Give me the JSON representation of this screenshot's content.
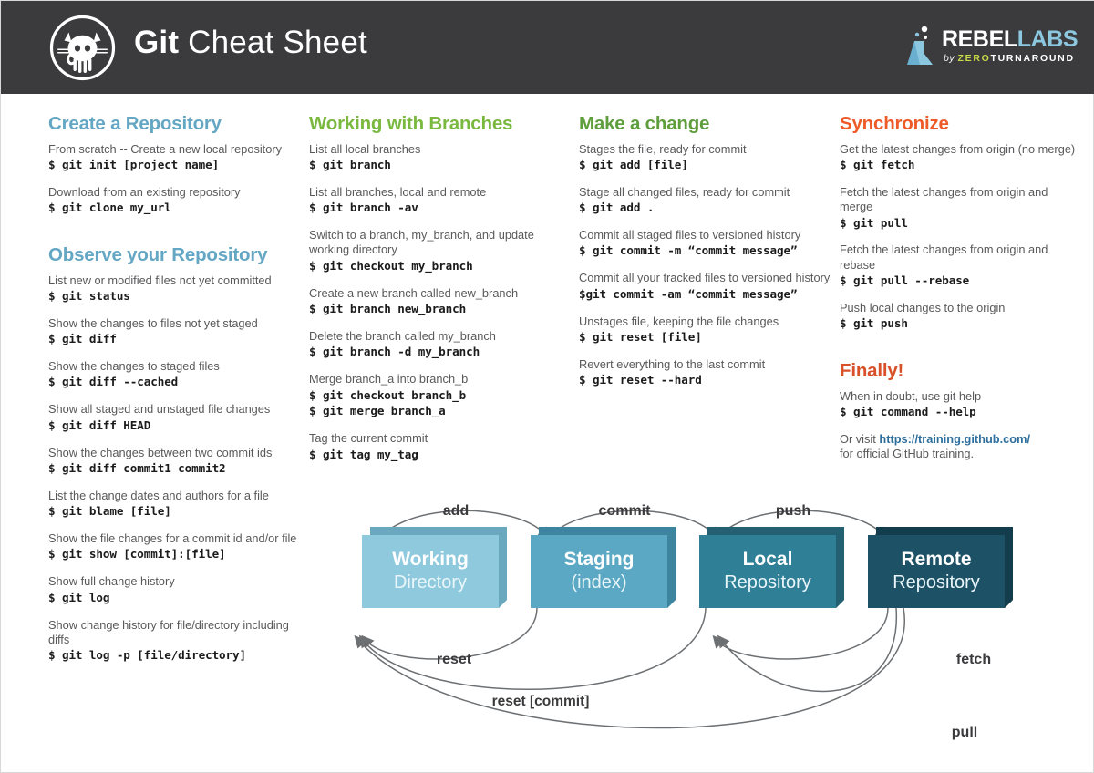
{
  "header": {
    "logo_icon": "github-octocat-icon",
    "title_bold": "Git",
    "title_light": " Cheat Sheet",
    "rebellabs": {
      "flask_icon": "rebellabs-flask-icon",
      "rebel": "REBEL",
      "labs": "LABS",
      "by": "by ",
      "zero": "ZERO",
      "turnaround": "TURNAROUND"
    }
  },
  "colors": {
    "header_bg": "#3b3b3d",
    "blue": "#63a7c4",
    "green": "#7ab83f",
    "green_dark": "#5f9e3d",
    "orange": "#ee5b29",
    "orange_dark": "#d8512a",
    "link": "#2f6f9e",
    "box_working": "#8ec9dd",
    "box_staging": "#5ba8c4",
    "box_local": "#2f7f96",
    "box_remote": "#1d5266",
    "arrow": "#6d7073"
  },
  "sections": [
    {
      "id": "create-a-repository",
      "title": "Create a Repository",
      "color": "blue",
      "column": 1,
      "items": [
        {
          "desc": "From scratch -- Create a new local repository",
          "cmds": [
            "$ git init [project name]"
          ]
        },
        {
          "desc": "Download from an existing repository",
          "cmds": [
            "$ git clone my_url"
          ]
        }
      ]
    },
    {
      "id": "observe-your-repository",
      "title": "Observe your Repository",
      "color": "blue",
      "column": 1,
      "items": [
        {
          "desc": "List new or modified files not yet committed",
          "cmds": [
            "$ git status"
          ]
        },
        {
          "desc": "Show the changes to files not yet staged",
          "cmds": [
            "$ git diff"
          ]
        },
        {
          "desc": "Show the changes to staged files",
          "cmds": [
            "$ git diff --cached"
          ]
        },
        {
          "desc": "Show all staged and unstaged file changes",
          "cmds": [
            "$ git diff HEAD"
          ]
        },
        {
          "desc": "Show the changes between two commit ids",
          "cmds": [
            "$ git diff commit1 commit2"
          ]
        },
        {
          "desc": "List the change dates and authors for a file",
          "cmds": [
            "$ git blame [file]"
          ]
        },
        {
          "desc": "Show the file changes for a commit id and/or file",
          "cmds": [
            "$ git show [commit]:[file]"
          ]
        },
        {
          "desc": "Show full change history",
          "cmds": [
            "$ git log"
          ]
        },
        {
          "desc": "Show change history for file/directory including diffs",
          "cmds": [
            "$ git log -p [file/directory]"
          ]
        }
      ]
    },
    {
      "id": "working-with-branches",
      "title": "Working with Branches",
      "color": "green",
      "column": 2,
      "items": [
        {
          "desc": "List all local branches",
          "cmds": [
            "$ git branch"
          ]
        },
        {
          "desc": "List all branches, local and remote",
          "cmds": [
            "$ git branch -av"
          ]
        },
        {
          "desc": "Switch to a branch, my_branch, and update working directory",
          "cmds": [
            "$ git checkout my_branch"
          ]
        },
        {
          "desc": "Create a new branch called new_branch",
          "cmds": [
            "$ git branch new_branch"
          ]
        },
        {
          "desc": "Delete the branch called my_branch",
          "cmds": [
            "$ git branch -d my_branch"
          ]
        },
        {
          "desc": "Merge branch_a into branch_b",
          "cmds": [
            "$ git checkout branch_b",
            "$ git merge branch_a"
          ]
        },
        {
          "desc": "Tag the current commit",
          "cmds": [
            "$ git tag my_tag"
          ]
        }
      ]
    },
    {
      "id": "make-a-change",
      "title": "Make a change",
      "color": "green_dark",
      "column": 3,
      "items": [
        {
          "desc": "Stages the file, ready for commit",
          "cmds": [
            "$ git add [file]"
          ]
        },
        {
          "desc": "Stage all changed files, ready for commit",
          "cmds": [
            "$ git add ."
          ]
        },
        {
          "desc": "Commit all staged files to versioned history",
          "cmds": [
            "$ git commit -m “commit message”"
          ]
        },
        {
          "desc": "Commit all your tracked files to versioned history",
          "cmds": [
            "$git commit -am “commit message”"
          ]
        },
        {
          "desc": "Unstages file, keeping the file changes",
          "cmds": [
            "$ git reset [file]"
          ]
        },
        {
          "desc": "Revert everything to the last commit",
          "cmds": [
            "$ git reset --hard"
          ]
        }
      ]
    },
    {
      "id": "synchronize",
      "title": "Synchronize",
      "color": "orange",
      "column": 4,
      "items": [
        {
          "desc": "Get the latest changes from origin (no merge)",
          "cmds": [
            "$ git fetch"
          ]
        },
        {
          "desc": "Fetch the latest changes from origin and merge",
          "cmds": [
            "$ git pull"
          ]
        },
        {
          "desc": "Fetch the latest changes from origin and rebase",
          "cmds": [
            "$ git pull --rebase"
          ]
        },
        {
          "desc": "Push local changes to the origin",
          "cmds": [
            "$ git push"
          ]
        }
      ]
    },
    {
      "id": "finally",
      "title": "Finally!",
      "color": "orange_dark",
      "column": 4,
      "items": [
        {
          "desc": "When in doubt, use git help",
          "cmds": [
            "$ git command --help"
          ]
        }
      ],
      "footer_pre": "Or visit ",
      "footer_link": "https://training.github.com/",
      "footer_post": "for official GitHub training."
    }
  ],
  "diagram": {
    "boxes": [
      {
        "id": "working-directory",
        "line1": "Working",
        "line2": "Directory",
        "color": "#8ec9dd",
        "shadow": "#6aa8bd"
      },
      {
        "id": "staging-index",
        "line1": "Staging",
        "line2": "(index)",
        "color": "#5ba8c4",
        "shadow": "#3d849e"
      },
      {
        "id": "local-repository",
        "line1": "Local",
        "line2": "Repository",
        "color": "#2f7f96",
        "shadow": "#226072"
      },
      {
        "id": "remote-repository",
        "line1": "Remote",
        "line2": "Repository",
        "color": "#1d5266",
        "shadow": "#133c4c"
      }
    ],
    "arrows": [
      {
        "id": "add",
        "label": "add"
      },
      {
        "id": "commit",
        "label": "commit"
      },
      {
        "id": "push",
        "label": "push"
      },
      {
        "id": "reset",
        "label": "reset"
      },
      {
        "id": "fetch",
        "label": "fetch"
      },
      {
        "id": "reset-commit",
        "label": "reset [commit]"
      },
      {
        "id": "pull",
        "label": "pull"
      }
    ]
  }
}
